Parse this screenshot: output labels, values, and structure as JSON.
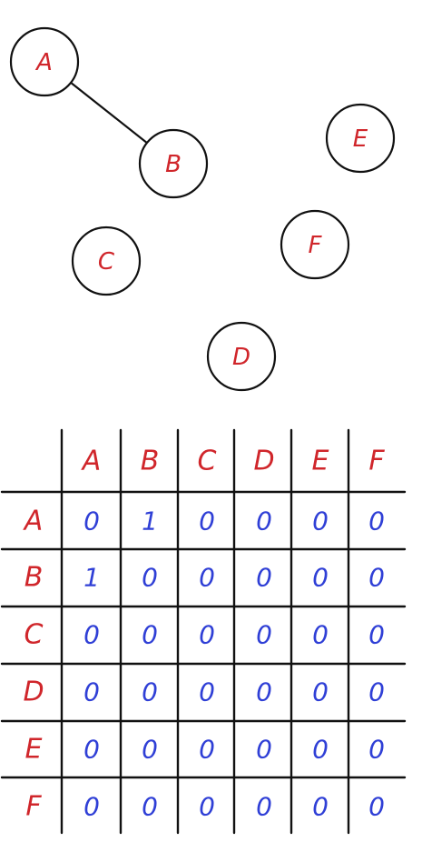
{
  "colors": {
    "ink": "#111111",
    "label_red": "#d0262b",
    "value_blue": "#2f3fd6"
  },
  "graph": {
    "nodes": [
      {
        "id": "A",
        "label": "A"
      },
      {
        "id": "B",
        "label": "B"
      },
      {
        "id": "C",
        "label": "C"
      },
      {
        "id": "D",
        "label": "D"
      },
      {
        "id": "E",
        "label": "E"
      },
      {
        "id": "F",
        "label": "F"
      }
    ],
    "edges": [
      {
        "from": "A",
        "to": "B"
      }
    ]
  },
  "matrix": {
    "col_headers": [
      "A",
      "B",
      "C",
      "D",
      "E",
      "F"
    ],
    "row_headers": [
      "A",
      "B",
      "C",
      "D",
      "E",
      "F"
    ],
    "values": [
      [
        "0",
        "1",
        "0",
        "0",
        "0",
        "0"
      ],
      [
        "1",
        "0",
        "0",
        "0",
        "0",
        "0"
      ],
      [
        "0",
        "0",
        "0",
        "0",
        "0",
        "0"
      ],
      [
        "0",
        "0",
        "0",
        "0",
        "0",
        "0"
      ],
      [
        "0",
        "0",
        "0",
        "0",
        "0",
        "0"
      ],
      [
        "0",
        "0",
        "0",
        "0",
        "0",
        "0"
      ]
    ]
  }
}
